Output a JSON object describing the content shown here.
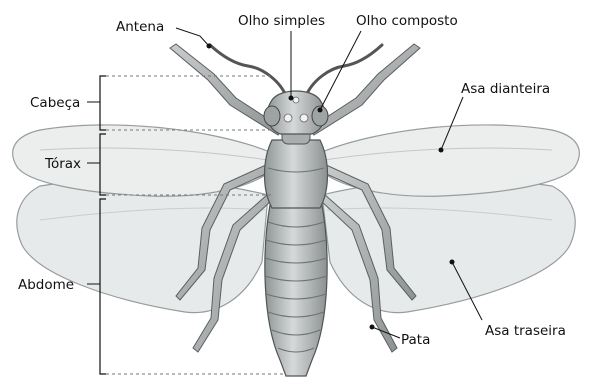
{
  "labels": {
    "antena": "Antena",
    "olho_simples": "Olho simples",
    "olho_composto": "Olho composto",
    "asa_dianteira": "Asa dianteira",
    "cabeca": "Cabeça",
    "torax": "Tórax",
    "abdome": "Abdome",
    "pata": "Pata",
    "asa_traseira": "Asa traseira"
  },
  "colors": {
    "wing_fill": "#e9ecec",
    "wing_stroke": "#9aa0a0",
    "body_fill": "#b4b8b8",
    "body_dark": "#8e9393",
    "outline": "#4d5252"
  }
}
